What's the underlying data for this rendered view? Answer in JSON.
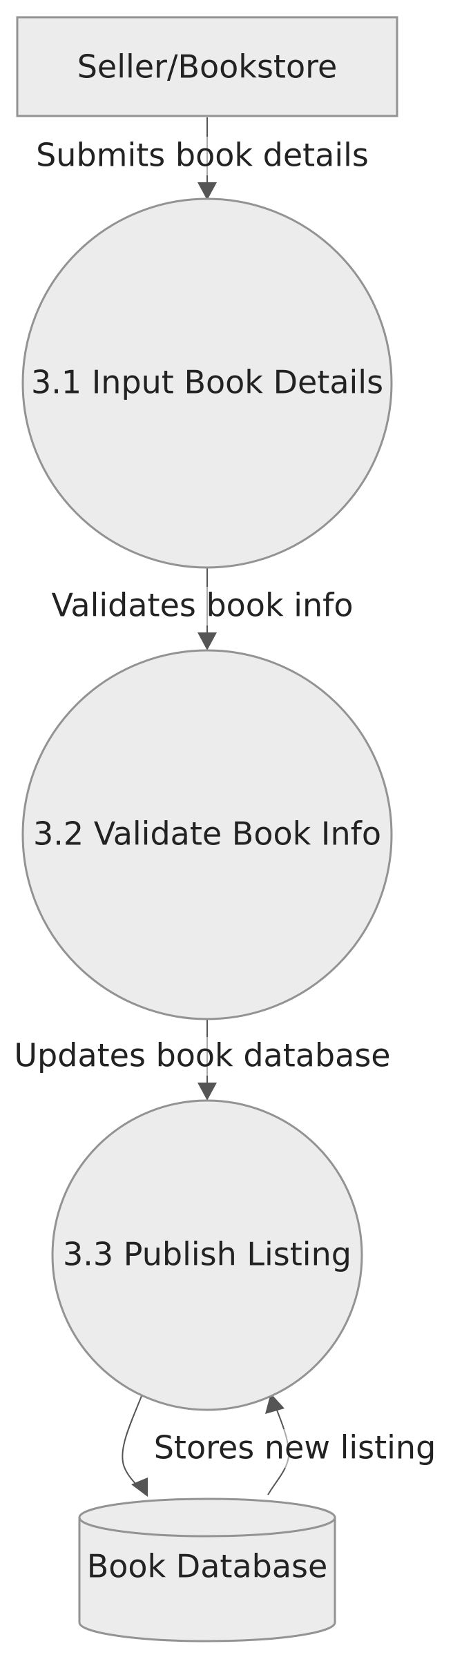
{
  "diagram": {
    "nodes": {
      "seller": {
        "label": "Seller/Bookstore",
        "kind": "external-entity"
      },
      "input_details": {
        "label": "3.1 Input Book Details",
        "kind": "process"
      },
      "validate_info": {
        "label": "3.2 Validate Book Info",
        "kind": "process"
      },
      "publish_listing": {
        "label": "3.3 Publish Listing",
        "kind": "process"
      },
      "book_database": {
        "label": "Book Database",
        "kind": "data-store"
      }
    },
    "edges": {
      "submits": {
        "from": "seller",
        "to": "input_details",
        "label": "Submits book details"
      },
      "validates": {
        "from": "input_details",
        "to": "validate_info",
        "label": "Validates book info"
      },
      "updates": {
        "from": "validate_info",
        "to": "publish_listing",
        "label": "Updates book database"
      },
      "stores": {
        "from": "publish_listing",
        "to": "book_database",
        "label": ""
      },
      "returns": {
        "from": "book_database",
        "to": "publish_listing",
        "label": "Stores new listing"
      }
    },
    "colors": {
      "node_fill": "#ececec",
      "node_stroke": "#939393",
      "edge": "#555555",
      "text": "#222222"
    }
  }
}
